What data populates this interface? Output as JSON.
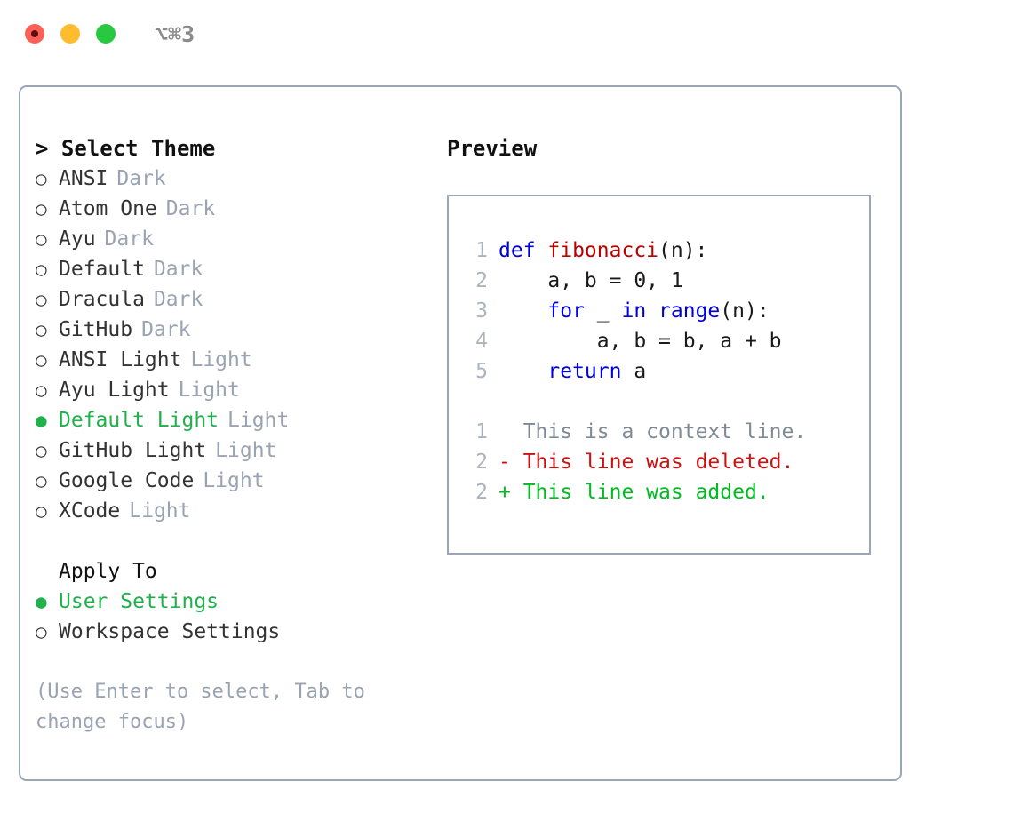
{
  "titlebar": {
    "traffic_lights": [
      "close-red",
      "minimize-yellow",
      "maximize-green"
    ],
    "shortcut": "⌥⌘3"
  },
  "theme_list": {
    "header": "> Select Theme",
    "items": [
      {
        "bullet": "○",
        "name": "ANSI",
        "category": "Dark",
        "selected": false
      },
      {
        "bullet": "○",
        "name": "Atom One",
        "category": "Dark",
        "selected": false
      },
      {
        "bullet": "○",
        "name": "Ayu",
        "category": "Dark",
        "selected": false
      },
      {
        "bullet": "○",
        "name": "Default",
        "category": "Dark",
        "selected": false
      },
      {
        "bullet": "○",
        "name": "Dracula",
        "category": "Dark",
        "selected": false
      },
      {
        "bullet": "○",
        "name": "GitHub",
        "category": "Dark",
        "selected": false
      },
      {
        "bullet": "○",
        "name": "ANSI Light",
        "category": "Light",
        "selected": false
      },
      {
        "bullet": "○",
        "name": "Ayu Light",
        "category": "Light",
        "selected": false
      },
      {
        "bullet": "●",
        "name": "Default Light",
        "category": "Light",
        "selected": true
      },
      {
        "bullet": "○",
        "name": "GitHub Light",
        "category": "Light",
        "selected": false
      },
      {
        "bullet": "○",
        "name": "Google Code",
        "category": "Light",
        "selected": false
      },
      {
        "bullet": "○",
        "name": "XCode",
        "category": "Light",
        "selected": false
      }
    ]
  },
  "apply_to": {
    "header": "Apply To",
    "items": [
      {
        "bullet": "●",
        "name": "User Settings",
        "selected": true
      },
      {
        "bullet": "○",
        "name": "Workspace Settings",
        "selected": false
      }
    ]
  },
  "hint": "(Use Enter to select, Tab to change focus)",
  "preview": {
    "title": "Preview",
    "code_lines": [
      {
        "num": "1",
        "segments": [
          {
            "t": "def ",
            "c": "kw"
          },
          {
            "t": "fibonacci",
            "c": "fn"
          },
          {
            "t": "(n):",
            "c": "code-txt"
          }
        ]
      },
      {
        "num": "2",
        "segments": [
          {
            "t": "    a, b = 0, 1",
            "c": "code-txt"
          }
        ]
      },
      {
        "num": "3",
        "segments": [
          {
            "t": "    ",
            "c": "code-txt"
          },
          {
            "t": "for",
            "c": "kw"
          },
          {
            "t": " _ ",
            "c": "code-txt"
          },
          {
            "t": "in",
            "c": "kw"
          },
          {
            "t": " ",
            "c": "code-txt"
          },
          {
            "t": "range",
            "c": "kw"
          },
          {
            "t": "(n):",
            "c": "code-txt"
          }
        ]
      },
      {
        "num": "4",
        "segments": [
          {
            "t": "        a, b = b, a + b",
            "c": "code-txt"
          }
        ]
      },
      {
        "num": "5",
        "segments": [
          {
            "t": "    ",
            "c": "code-txt"
          },
          {
            "t": "return",
            "c": "kw"
          },
          {
            "t": " a",
            "c": "code-txt"
          }
        ]
      }
    ],
    "diff_lines": [
      {
        "num": "1",
        "marker": "  ",
        "text": "This is a context line.",
        "kind": "ctx"
      },
      {
        "num": "2",
        "marker": "- ",
        "text": "This line was deleted.",
        "kind": "del"
      },
      {
        "num": "2",
        "marker": "+ ",
        "text": "This line was added.",
        "kind": "add"
      }
    ]
  },
  "colors": {
    "selected_green": "#21b14c",
    "keyword_blue": "#0000dd",
    "function_red": "#bb0000",
    "diff_deleted": "#cc1111",
    "diff_added": "#00bb22",
    "muted_gray": "#9aa3b2",
    "border": "#9aa5b6"
  }
}
